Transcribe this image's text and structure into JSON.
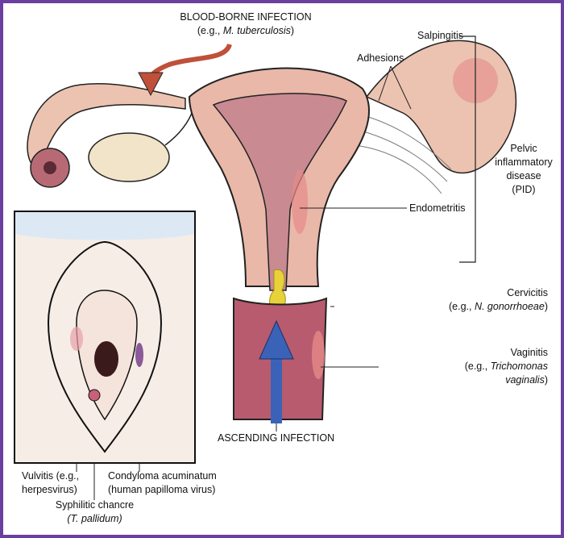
{
  "labels": {
    "blood_borne": {
      "title": "BLOOD-BORNE INFECTION",
      "eg_prefix": "(e.g., ",
      "eg_organism": "M. tuberculosis",
      "eg_suffix": ")"
    },
    "salpingitis": "Salpingitis",
    "adhesions": "Adhesions",
    "pid": {
      "line1": "Pelvic",
      "line2": "inflammatory",
      "line3": "disease",
      "line4": "(PID)"
    },
    "endometritis": "Endometritis",
    "cervicitis": {
      "title": "Cervicitis",
      "eg_prefix": "(e.g., ",
      "eg_organism": "N. gonorrhoeae",
      "eg_suffix": ")"
    },
    "vaginitis": {
      "title": "Vaginitis",
      "eg_prefix": "(e.g., ",
      "eg_organism1": "Trichomonas",
      "eg_organism2": "vaginalis",
      "eg_suffix": ")"
    },
    "ascending": "ASCENDING INFECTION",
    "vulvitis": {
      "line1": "Vulvitis (e.g.,",
      "line2": "herpesvirus)"
    },
    "condyloma": {
      "line1": "Condyloma acuminatum",
      "line2": "(human papilloma virus)"
    },
    "syphilis": {
      "line1": "Syphilitic chancre",
      "organism": "(T. pallidum)"
    }
  },
  "colors": {
    "border": "#6b3fa0",
    "tissue": "#e9b8a8",
    "inflamed": "#e58a8a",
    "arrow_blood": "#c0503a",
    "arrow_ascending": "#3a63b8",
    "pus": "#e8d23a"
  }
}
